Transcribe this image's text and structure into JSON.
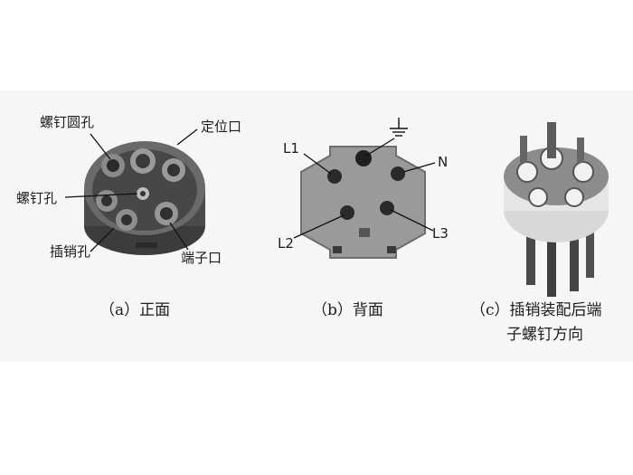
{
  "panel_a": {
    "labels": {
      "screw_round_hole": "螺钉圆孔",
      "positioning_opening": "定位口",
      "screw_hole": "螺钉孔",
      "pin_hole": "插销孔",
      "terminal_opening": "端子口"
    },
    "caption": "（a）正面"
  },
  "panel_b": {
    "labels": {
      "l1": "L1",
      "n": "N",
      "l2": "L2",
      "l3": "L3"
    },
    "caption": "（b）背面"
  },
  "panel_c": {
    "caption_line1": "（c）插销装配后端",
    "caption_line2": "子螺钉方向"
  }
}
